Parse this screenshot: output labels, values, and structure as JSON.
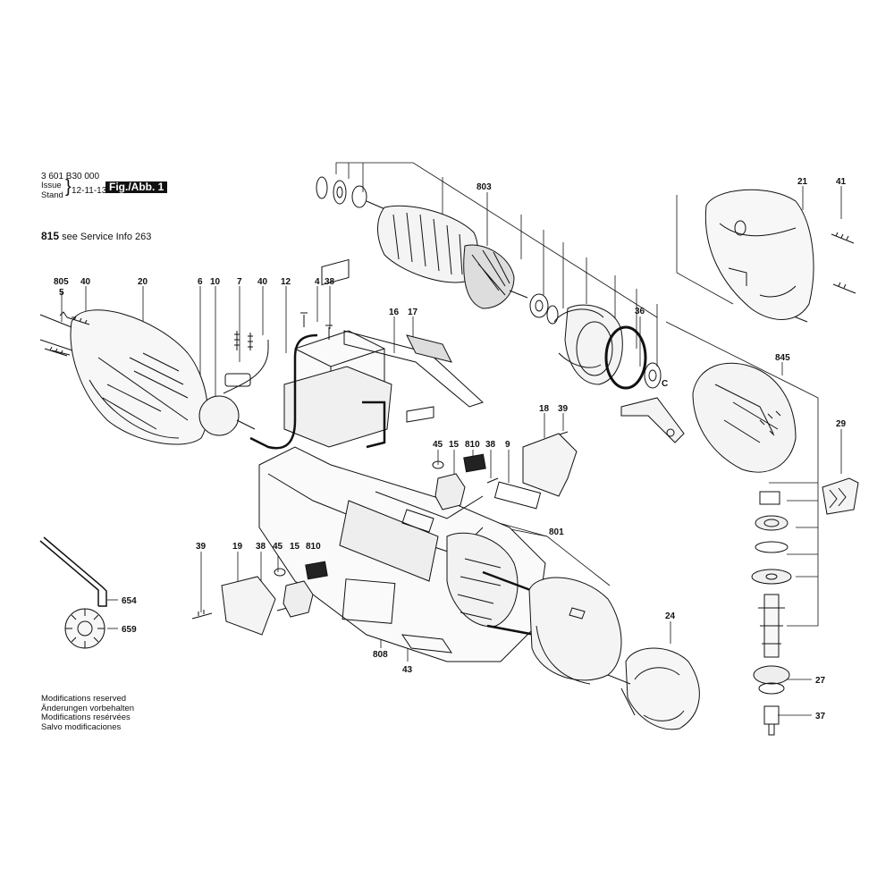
{
  "header": {
    "doc_number": "3 601 B30 000",
    "issue_label": "Issue",
    "stand_label": "Stand",
    "issue_date": "12-11-13",
    "figure_label": "Fig./Abb. 1",
    "service_num": "815",
    "service_text": "see Service Info 263"
  },
  "modifications": [
    "Modifications reserved",
    "Änderungen vorbehalten",
    "Modifications resérvées",
    "Salvo modificaciones"
  ],
  "callouts": {
    "c803": "803",
    "c21": "21",
    "c41": "41",
    "c805": "805",
    "c5": "5",
    "c40a": "40",
    "c20": "20",
    "c6": "6",
    "c10": "10",
    "c7": "7",
    "c40b": "40",
    "c12": "12",
    "c4": "4",
    "c38a": "38",
    "c16": "16",
    "c17": "17",
    "c36": "36",
    "cC": "C",
    "c845": "845",
    "c18": "18",
    "c39a": "39",
    "c29": "29",
    "c45a": "45",
    "c15a": "15",
    "c810a": "810",
    "c38b": "38",
    "c9": "9",
    "c801": "801",
    "c39b": "39",
    "c19": "19",
    "c38c": "38",
    "c45b": "45",
    "c15b": "15",
    "c810b": "810",
    "c654": "654",
    "c659": "659",
    "c808": "808",
    "c43": "43",
    "c24": "24",
    "c27": "27",
    "c37": "37"
  }
}
